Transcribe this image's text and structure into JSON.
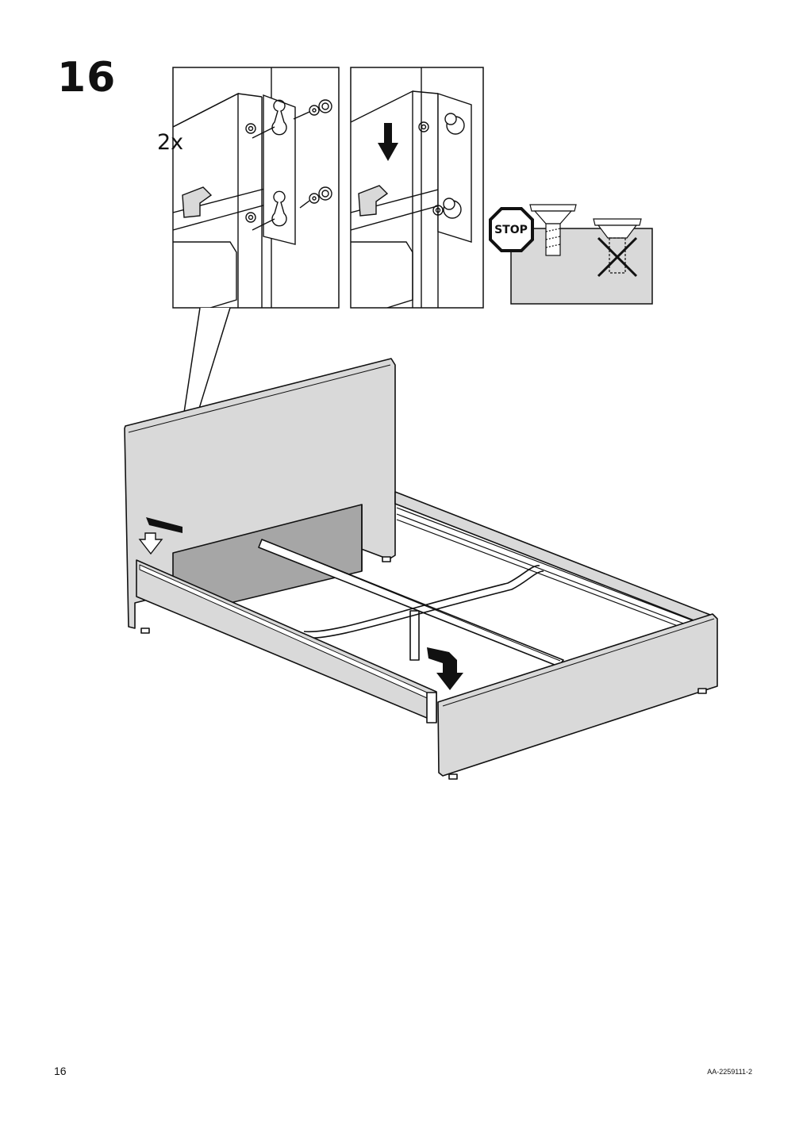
{
  "step": {
    "number": "16"
  },
  "detail_panel": {
    "quantity": "2x"
  },
  "warning": {
    "stop_label": "STOP"
  },
  "footer": {
    "page_number": "16",
    "document_code": "AA-2259111-2"
  },
  "colors": {
    "panel_gray": "#d9d9d9",
    "shadow_gray": "#a6a6a6",
    "line": "#111111"
  }
}
